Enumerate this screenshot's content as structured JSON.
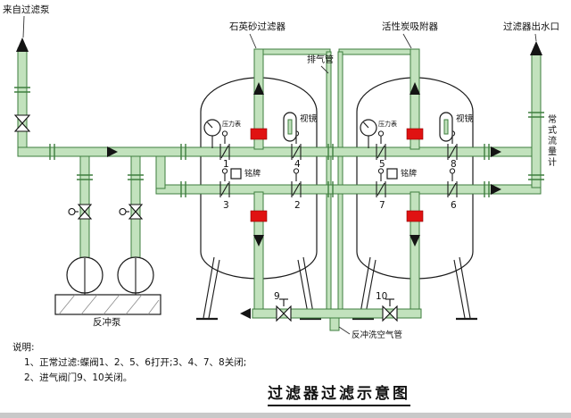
{
  "diagram": {
    "title": "过滤器过滤示意图",
    "labels": {
      "from_pump": "来自过滤泵",
      "quartz_filter": "石英砂过滤器",
      "carbon_adsorber": "活性炭吸附器",
      "outlet": "过滤器出水口",
      "vent_pipe": "排气管",
      "sight_glass": "视镜",
      "nameplate": "铭牌",
      "pressure_gauge": "压力表",
      "flow_meter": "常式流量计",
      "backwash_pump": "反冲泵",
      "backwash_air_pipe": "反冲洗空气管"
    },
    "valves": {
      "v1": "1",
      "v2": "2",
      "v3": "3",
      "v4": "4",
      "v5": "5",
      "v6": "6",
      "v7": "7",
      "v8": "8",
      "v9": "9",
      "v10": "10"
    },
    "notes": {
      "heading": "说明:",
      "line1": "1、正常过滤:蝶阀1、2、5、6打开;3、4、7、8关闭;",
      "line2": "2、进气阀门9、10关闭。"
    },
    "colors": {
      "pipe_fill": "#c2e2bd",
      "pipe_stroke": "#3e7e3e",
      "closed_valve": "#e01212"
    }
  }
}
